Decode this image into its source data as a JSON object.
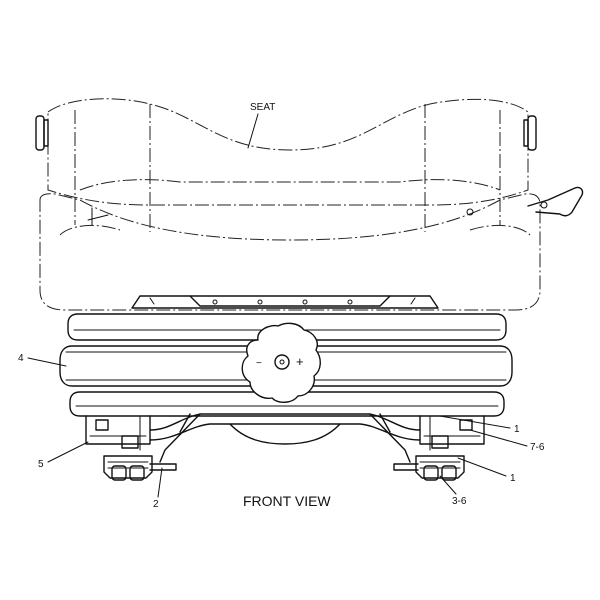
{
  "diagram": {
    "title": "FRONT VIEW",
    "labels": {
      "seat": "SEAT",
      "callout_4": "4",
      "callout_5": "5",
      "callout_2": "2",
      "callout_1_upper": "1",
      "callout_7_6": "7-6",
      "callout_1_lower": "1",
      "callout_3_6": "3-6"
    },
    "knob_symbols": {
      "minus": "−",
      "plus": "+"
    }
  }
}
